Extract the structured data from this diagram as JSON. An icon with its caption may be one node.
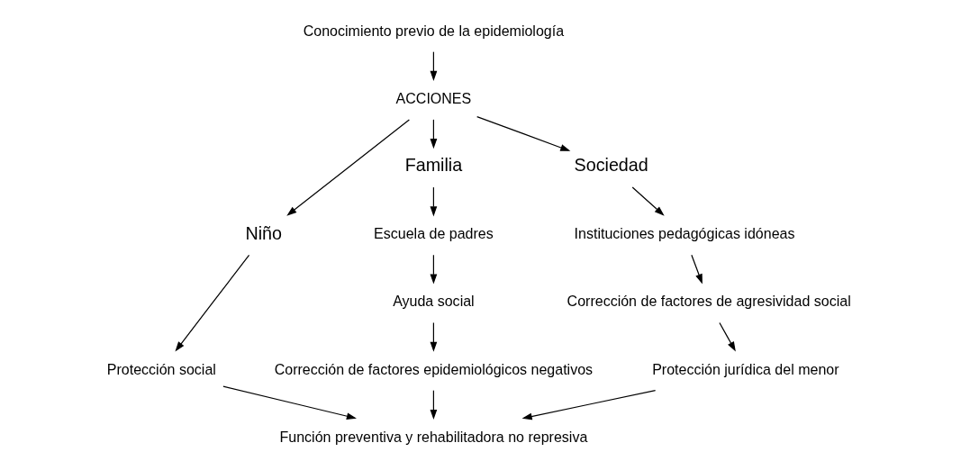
{
  "diagram": {
    "nodes": [
      {
        "text": [
          "Conocimiento previo de la epidemiología"
        ]
      },
      {
        "text": [
          "ACCIONES"
        ]
      },
      {
        "text": [
          "Niño"
        ]
      },
      {
        "text": [
          "Familia"
        ]
      },
      {
        "text": [
          "Sociedad"
        ]
      },
      {
        "text": [
          "Escuela de padres"
        ]
      },
      {
        "text": [
          "Instituciones pedagógicas idóneas"
        ]
      },
      {
        "text": [
          "Ayuda social"
        ]
      },
      {
        "text": [
          "Corrección de factores de agresividad social"
        ]
      },
      {
        "text": [
          "Protección social"
        ]
      },
      {
        "text": [
          "Corrección de factores epidemiológicos negativos"
        ]
      },
      {
        "text": [
          "Protección jurídica del menor"
        ]
      },
      {
        "text": [
          "Función preventiva y rehabilitadora no represiva"
        ]
      }
    ],
    "edges": [
      {
        "from": 0,
        "to": 1,
        "arrow": "to"
      },
      {
        "from": 1,
        "to": 2,
        "arrow": "to"
      },
      {
        "from": 1,
        "to": 3,
        "arrow": "to"
      },
      {
        "from": 1,
        "to": 4,
        "arrow": "to"
      },
      {
        "from": 2,
        "to": 9,
        "arrow": "to"
      },
      {
        "from": 3,
        "to": 5,
        "arrow": "to"
      },
      {
        "from": 5,
        "to": 7,
        "arrow": "to"
      },
      {
        "from": 7,
        "to": 10,
        "arrow": "to"
      },
      {
        "from": 4,
        "to": 6,
        "arrow": "to"
      },
      {
        "from": 6,
        "to": 8,
        "arrow": "to"
      },
      {
        "from": 8,
        "to": 11,
        "arrow": "to"
      },
      {
        "from": 9,
        "to": 12,
        "arrow": "to"
      },
      {
        "from": 10,
        "to": 12,
        "arrow": "to"
      },
      {
        "from": 11,
        "to": 12,
        "arrow": "to"
      }
    ]
  }
}
